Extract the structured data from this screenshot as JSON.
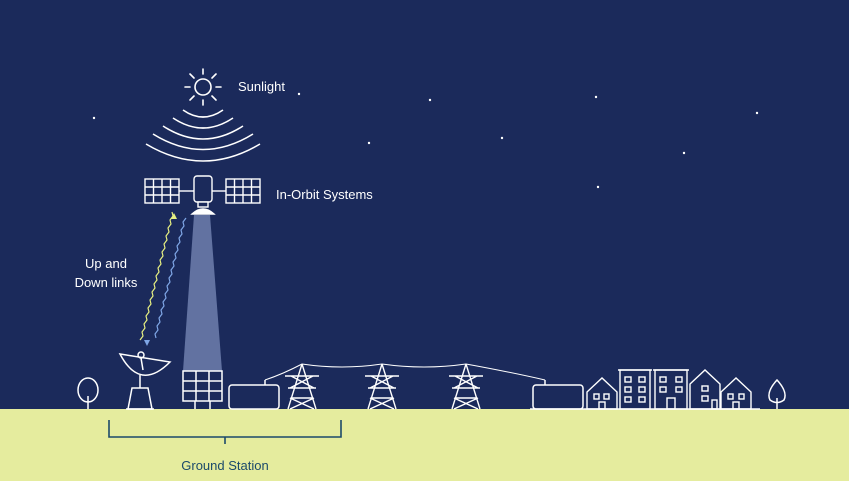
{
  "labels": {
    "sunlight": "Sunlight",
    "in_orbit": "In-Orbit Systems",
    "links_line1": "Up and",
    "links_line2": "Down links",
    "ground_station": "Ground Station"
  },
  "icons": [
    "sun-icon",
    "satellite-icon",
    "satellite-dish-icon",
    "solar-panel-icon",
    "battery-icon",
    "pylon-icon",
    "house-icon",
    "building-icon",
    "tree-icon",
    "star-icon"
  ],
  "colors": {
    "sky": "#1b2a5b",
    "ground": "#e5ec9e",
    "line": "#ffffff",
    "uplink": "#e6ef82",
    "downlink": "#7fa6e6",
    "beam": "#6f7fae",
    "bracket": "#1b4a6a"
  }
}
